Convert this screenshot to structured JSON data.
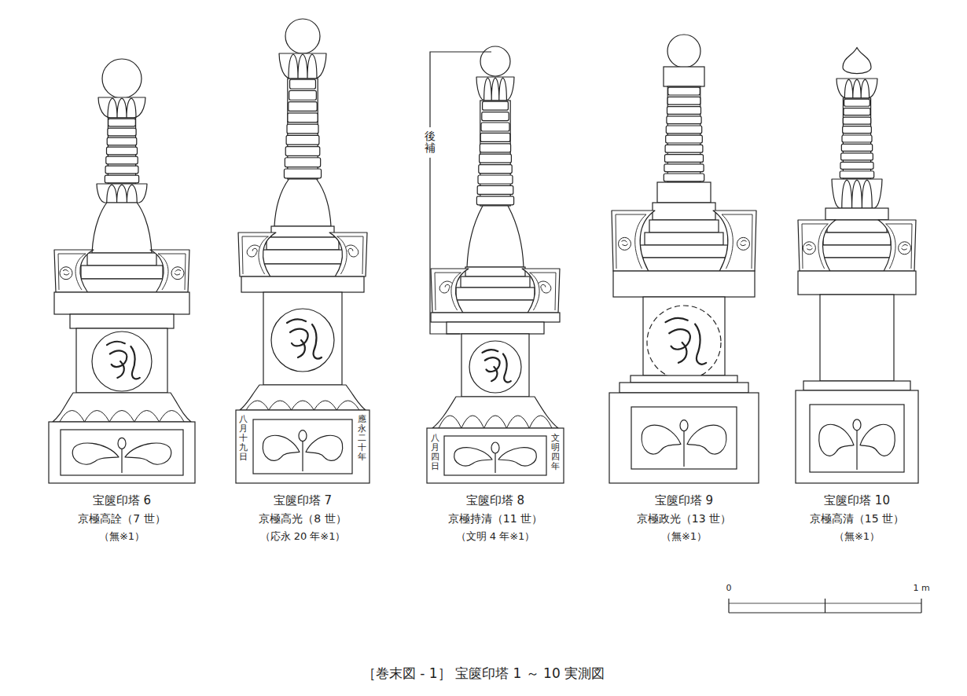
{
  "diagram": {
    "caption": "［巻末図 - 1］ 宝篋印塔 1 ～ 10 実測図",
    "labels": [
      "後補",
      "八月十九日",
      "應永二十年",
      "八月四日",
      "文明四年",
      "宝篋印塔 6",
      "京極高詮（7 世）",
      "（無※1）",
      "宝篋印塔 7",
      "京極高光（8 世）",
      "（応永 20 年※1）",
      "宝篋印塔 8",
      "京極持清（11 世）",
      "（文明 4 年※1）",
      "宝篋印塔 9",
      "京極政光（13 世）",
      "（無※1）",
      "宝篋印塔 10",
      "京極高清（15 世）",
      "（無※1）",
      "0",
      "1 m"
    ]
  }
}
